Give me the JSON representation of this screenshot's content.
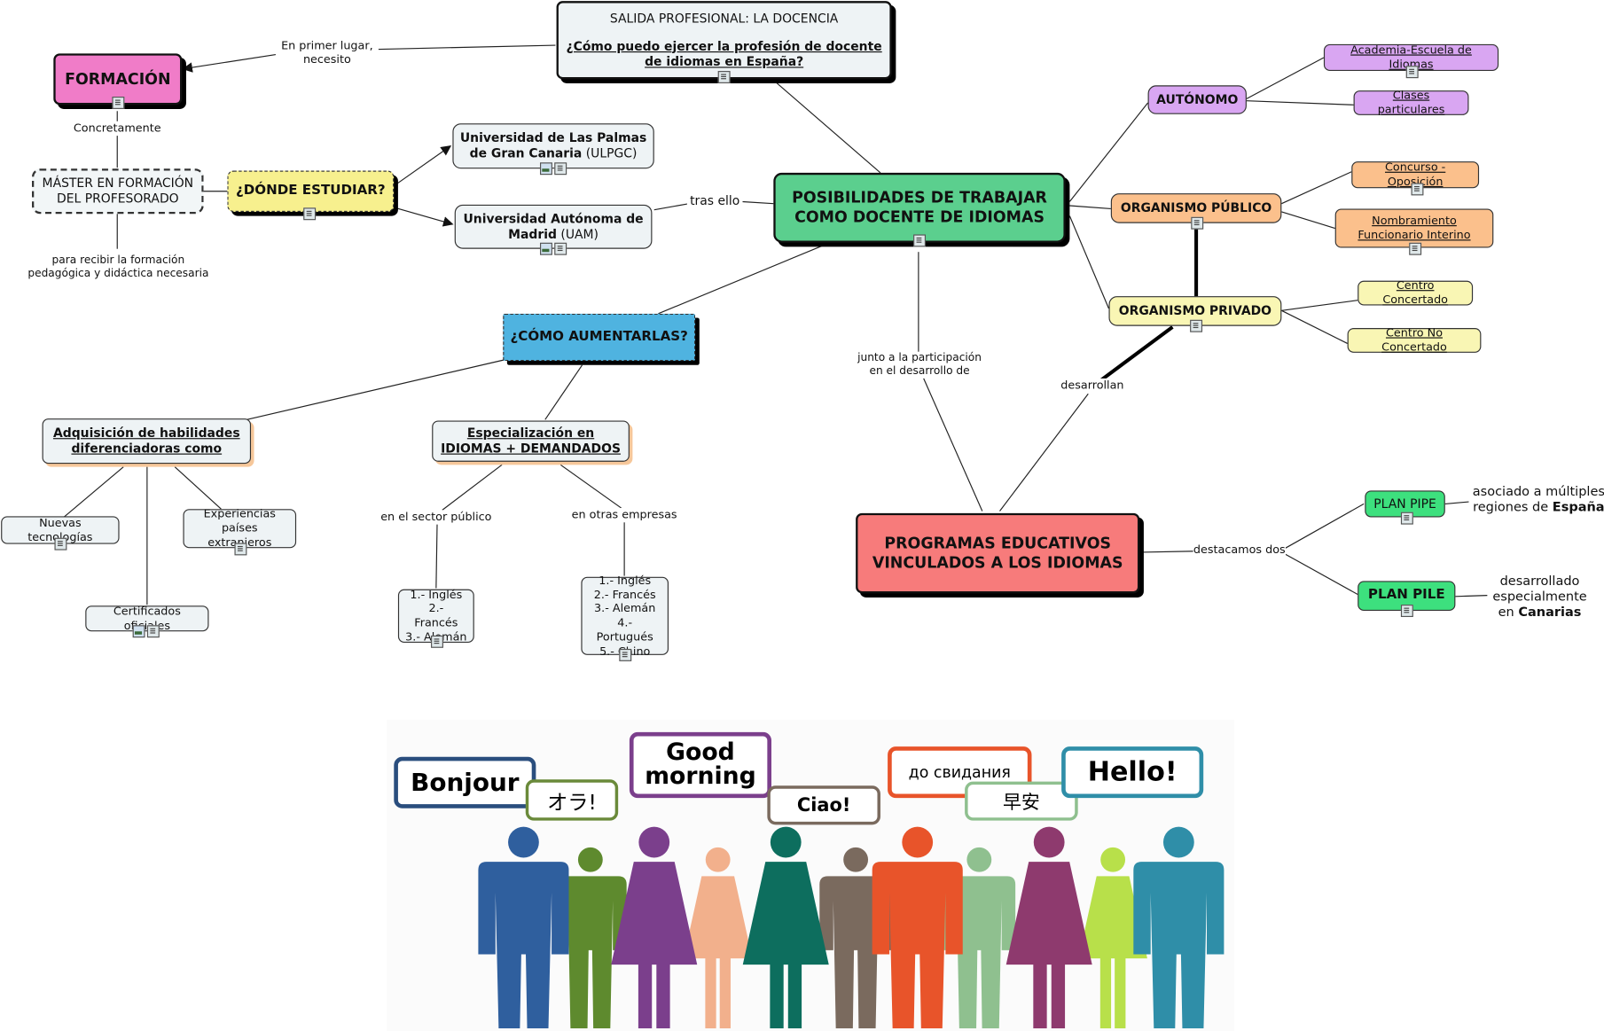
{
  "top": {
    "line1": "SALIDA PROFESIONAL: LA DOCENCIA",
    "line2": "¿Cómo puedo ejercer la profesión de docente de idiomas en España?"
  },
  "formacion": {
    "label": "FORMACIÓN"
  },
  "en_primer_lugar": "En primer lugar, necesito",
  "concretamente": "Concretamente",
  "master": "MÁSTER EN FORMACIÓN DEL PROFESORADO",
  "para_recibir": "para recibir la formación pedagógica y didáctica necesaria",
  "donde": "¿DÓNDE ESTUDIAR?",
  "ulpgc": {
    "bold": "Universidad de Las Palmas de Gran Canaria",
    "rest": " (ULPGC)"
  },
  "uam": {
    "bold": "Universidad Autónoma de Madrid",
    "rest": " (UAM)"
  },
  "tras_ello": "tras ello",
  "central": "POSIBILIDADES DE TRABAJAR COMO DOCENTE DE IDIOMAS",
  "autonomo": "AUTÓNOMO",
  "academia": "Academia-Escuela de Idiomas",
  "clases": "Clases particulares",
  "org_publico": "ORGANISMO PÚBLICO",
  "concurso": "Concurso - Oposición",
  "nombramiento": "Nombramiento Funcionario Interino",
  "org_privado": "ORGANISMO PRIVADO",
  "centro_concertado": "Centro Concertado",
  "centro_no_concertado": "Centro No Concertado",
  "como_aumentar": "¿CÓMO AUMENTARLAS?",
  "adquisicion": "Adquisición de habilidades diferenciadoras como",
  "nuevas": "Nuevas tecnologías",
  "experiencias": "Experiencias países extranjeros",
  "certificados": "Certificados oficiales",
  "especializacion": {
    "line1": "Especialización en",
    "line2": "IDIOMAS + DEMANDADOS"
  },
  "sector_publico": "en el sector público",
  "otras_empresas": "en otras empresas",
  "lista_publico": [
    "1.- Inglés",
    "2.- Francés",
    "3.- Alemán"
  ],
  "lista_empresas": [
    "1.- Inglés",
    "2.- Francés",
    "3.- Alemán",
    "4.- Portugués",
    "5.- Chino"
  ],
  "junto": "junto a la participación en el desarrollo de",
  "desarrollan": "desarrollan",
  "programas": "PROGRAMAS EDUCATIVOS VINCULADOS A LOS IDIOMAS",
  "destacamos": "destacamos dos",
  "pipe": "PLAN PIPE",
  "pile": "PLAN PILE",
  "pipe_note": {
    "text": "asociado a múltiples regiones de ",
    "bold": "España"
  },
  "pile_note": {
    "text": "desarrollado especialmente en ",
    "bold": "Canarias"
  },
  "illustration": {
    "bubbles": [
      "Bonjour",
      "オラ!",
      "Good morning",
      "Ciao!",
      "до свидания",
      "早安",
      "Hello!"
    ],
    "people_colors": [
      "#2f5f9e",
      "#5e8a2e",
      "#7b3f8c",
      "#f2b08c",
      "#0d6e5e",
      "#7a6a5e",
      "#e8542a",
      "#8fc08f",
      "#8e3a6e",
      "#b8e04a",
      "#2f8ea8"
    ]
  }
}
